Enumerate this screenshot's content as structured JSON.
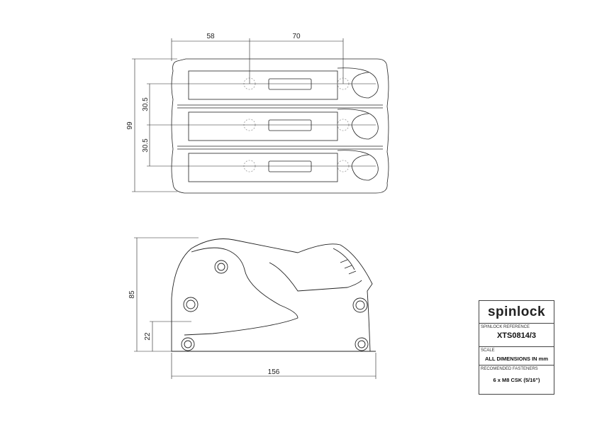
{
  "drawing": {
    "top_view": {
      "dim_length_rear": "58",
      "dim_length_front": "70",
      "dim_width": "99",
      "dim_pitch_1": "30.5",
      "dim_pitch_2": "30.5"
    },
    "side_view": {
      "dim_height": "85",
      "dim_base_height": "22",
      "dim_length": "156"
    }
  },
  "title_block": {
    "logo": "spinlock",
    "reference_label": "SPINLOCK REFERENCE",
    "reference_value": "XTS0814/3",
    "scale_label": "SCALE",
    "scale_value": "ALL DIMENSIONS IN mm",
    "fasteners_label": "RECOMENDED FASTENERS",
    "fasteners_value": "6 x M8 CSK (5/16\")"
  }
}
